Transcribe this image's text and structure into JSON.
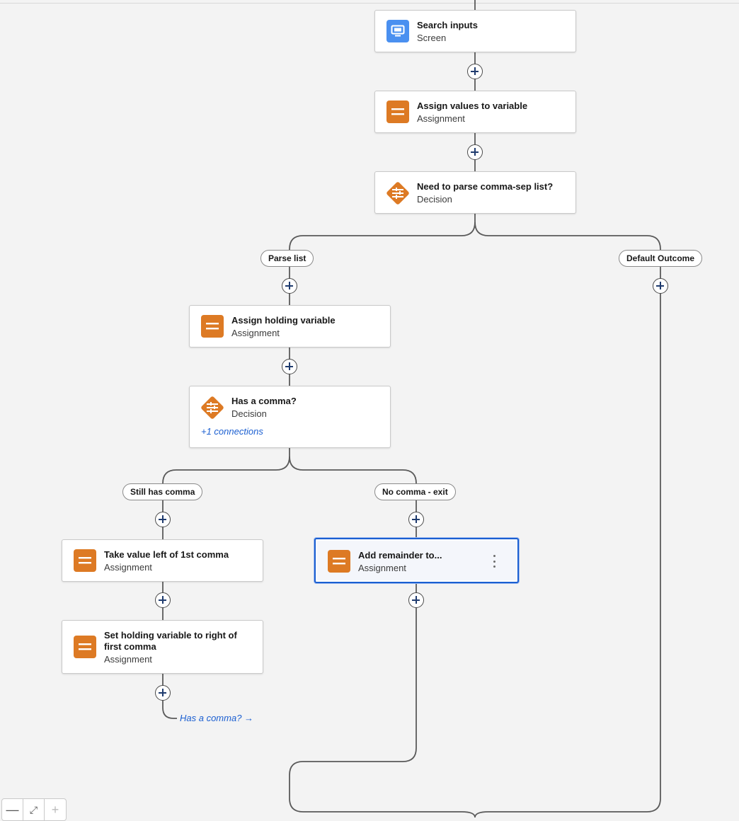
{
  "nodes": {
    "search_inputs": {
      "title": "Search inputs",
      "type": "Screen"
    },
    "assign_values": {
      "title": "Assign values to variable",
      "type": "Assignment"
    },
    "need_parse": {
      "title": "Need to parse comma-sep list?",
      "type": "Decision"
    },
    "assign_holding": {
      "title": "Assign holding variable",
      "type": "Assignment"
    },
    "has_comma": {
      "title": "Has a comma?",
      "type": "Decision",
      "connections": "+1 connections"
    },
    "take_left": {
      "title": "Take value left of 1st comma",
      "type": "Assignment"
    },
    "set_holding": {
      "title": "Set holding variable to right of first comma",
      "type": "Assignment"
    },
    "add_remainder": {
      "title": "Add remainder to...",
      "type": "Assignment"
    }
  },
  "outcomes": {
    "parse_list": "Parse list",
    "default_outcome": "Default Outcome",
    "still_has_comma": "Still has comma",
    "no_comma_exit": "No comma - exit"
  },
  "goto": {
    "label": "Has a comma? →"
  },
  "zoom": {
    "zoom_out": "—",
    "fit": "⤢",
    "zoom_in": "+"
  },
  "colors": {
    "assignment": "#dd7a24",
    "screen": "#4a90f0",
    "decision": "#dd7a24",
    "link": "#1b5fd1",
    "selection": "#1b5fd1"
  },
  "icons": {
    "assignment": "equals-icon",
    "screen": "screen-icon",
    "decision": "decision-diamond-icon"
  }
}
